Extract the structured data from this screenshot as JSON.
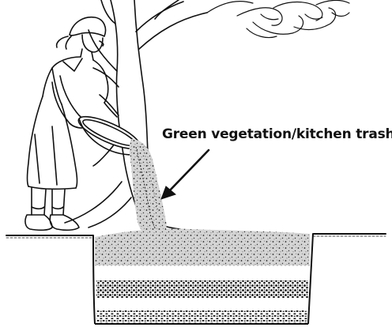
{
  "annotation": {
    "label": "Green vegetation/kitchen trash"
  },
  "colors": {
    "ink": "#111111",
    "vegetation_grey": "#bdbdbd",
    "background": "#ffffff"
  },
  "scene": {
    "figure": "woman-pouring-basket",
    "objects": [
      "tree",
      "basket",
      "compost-pit",
      "soil-layers",
      "arrow"
    ]
  }
}
